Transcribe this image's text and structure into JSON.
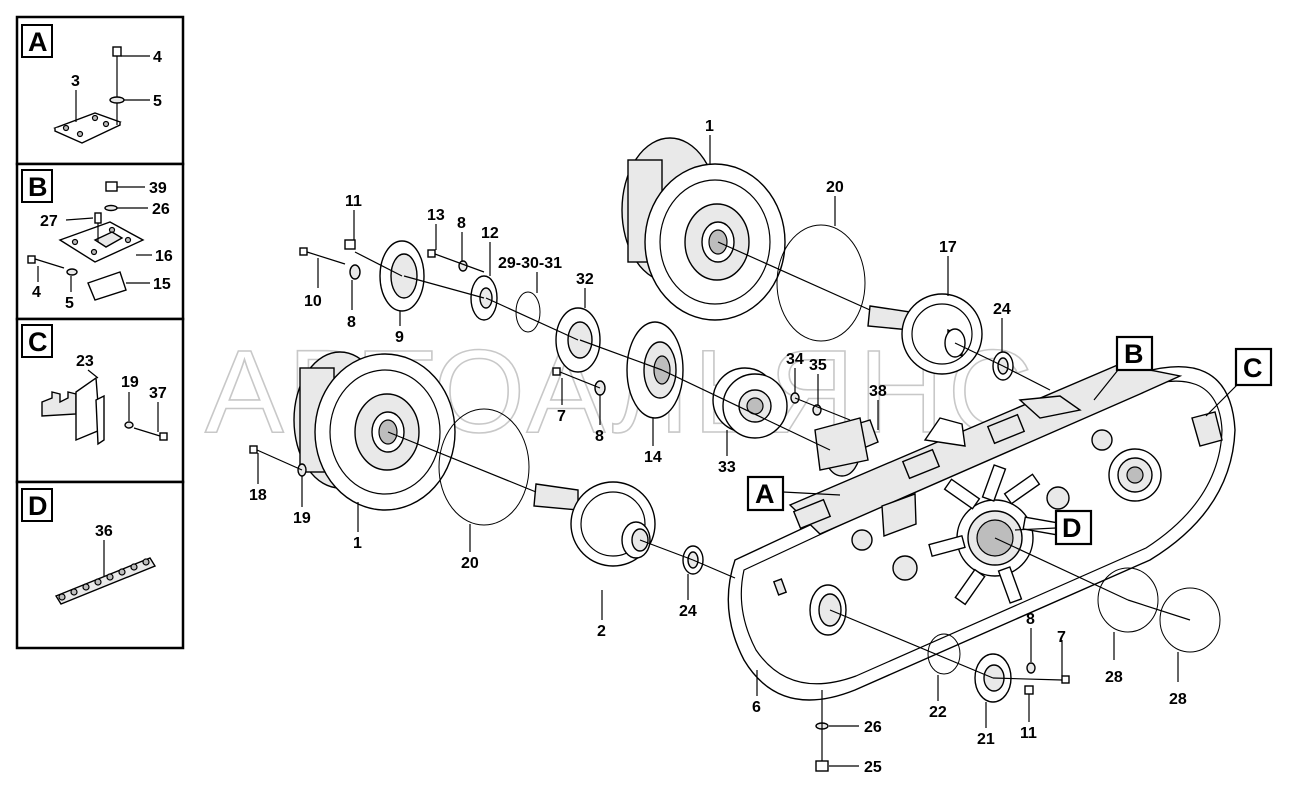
{
  "watermark": "АВТОАЛЬЯНС",
  "insets": [
    {
      "letter": "A",
      "callouts": [
        "4",
        "3",
        "5"
      ]
    },
    {
      "letter": "B",
      "callouts": [
        "39",
        "26",
        "27",
        "16",
        "4",
        "5",
        "15"
      ]
    },
    {
      "letter": "C",
      "callouts": [
        "23",
        "19",
        "37"
      ]
    },
    {
      "letter": "D",
      "callouts": [
        "36"
      ]
    }
  ],
  "section_markers": [
    "A",
    "B",
    "C",
    "D"
  ],
  "callouts": [
    "1",
    "20",
    "17",
    "24",
    "11",
    "13",
    "8",
    "12",
    "29-30-31",
    "32",
    "10",
    "8",
    "9",
    "34",
    "35",
    "38",
    "7",
    "8",
    "14",
    "33",
    "18",
    "19",
    "1",
    "20",
    "24",
    "2",
    "6",
    "22",
    "21",
    "11",
    "8",
    "7",
    "28",
    "28",
    "26",
    "25"
  ]
}
